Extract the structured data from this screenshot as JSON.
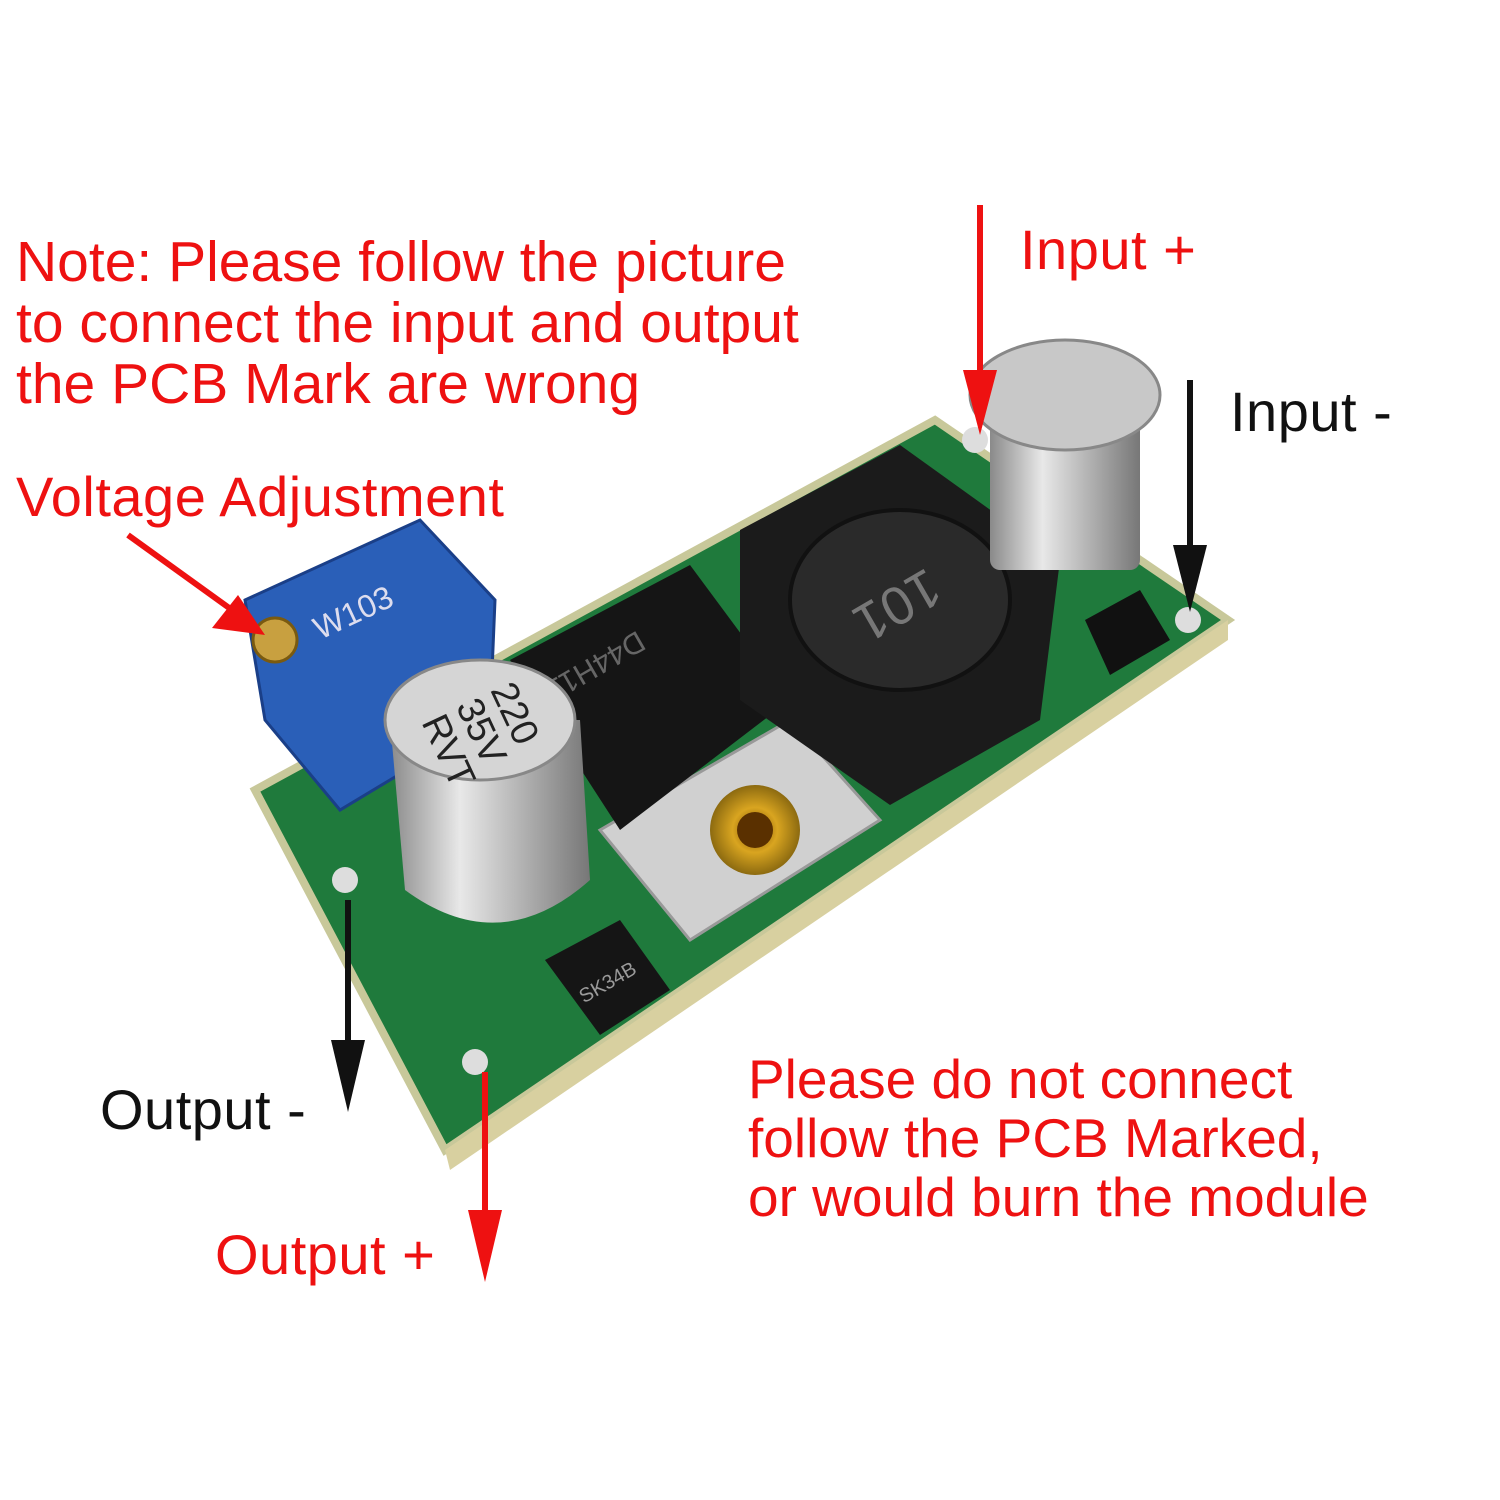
{
  "note": {
    "lines": [
      "Note: Please follow the picture",
      "to connect the input and output",
      "the PCB Mark are wrong"
    ]
  },
  "labels": {
    "voltage_adjustment": "Voltage Adjustment",
    "input_plus": "Input +",
    "input_minus": "Input -",
    "output_minus": "Output -",
    "output_plus": "Output +"
  },
  "warning": {
    "lines": [
      "Please do not connect",
      "follow the PCB Marked,",
      "or would burn the module"
    ]
  },
  "components": {
    "trimmer": "W103",
    "cap_left": [
      "220",
      "35V",
      "RVT"
    ],
    "inductor": "101",
    "transistor": "D44H11",
    "diode": "SK34B"
  },
  "colors": {
    "annotation_red": "#ee1111",
    "annotation_black": "#111111",
    "pcb_green": "#1f7a3c"
  }
}
